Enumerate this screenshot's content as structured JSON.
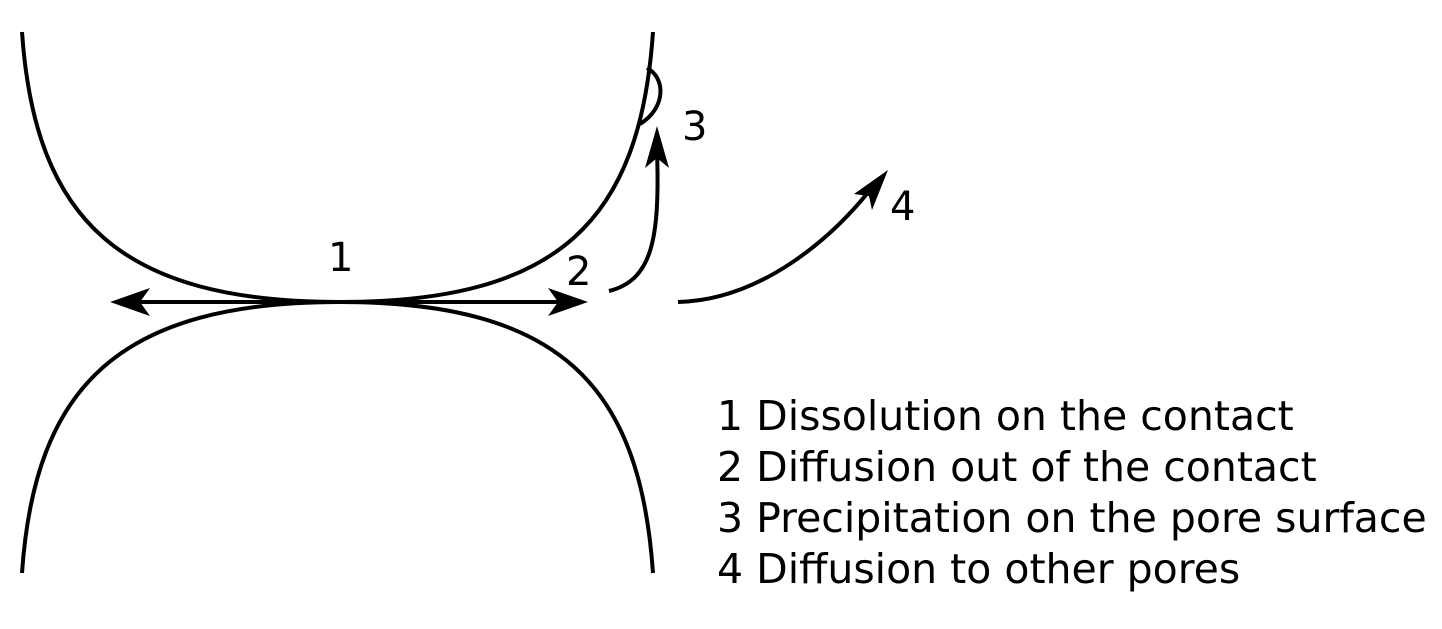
{
  "markers": {
    "m1": "1",
    "m2": "2",
    "m3": "3",
    "m4": "4"
  },
  "legend": [
    "1 Dissolution on the contact",
    "2 Diffusion out of the contact",
    "3 Precipitation on the pore surface",
    "4 Diffusion to other pores"
  ],
  "colors": {
    "line": "#000000",
    "background": "#ffffff"
  }
}
